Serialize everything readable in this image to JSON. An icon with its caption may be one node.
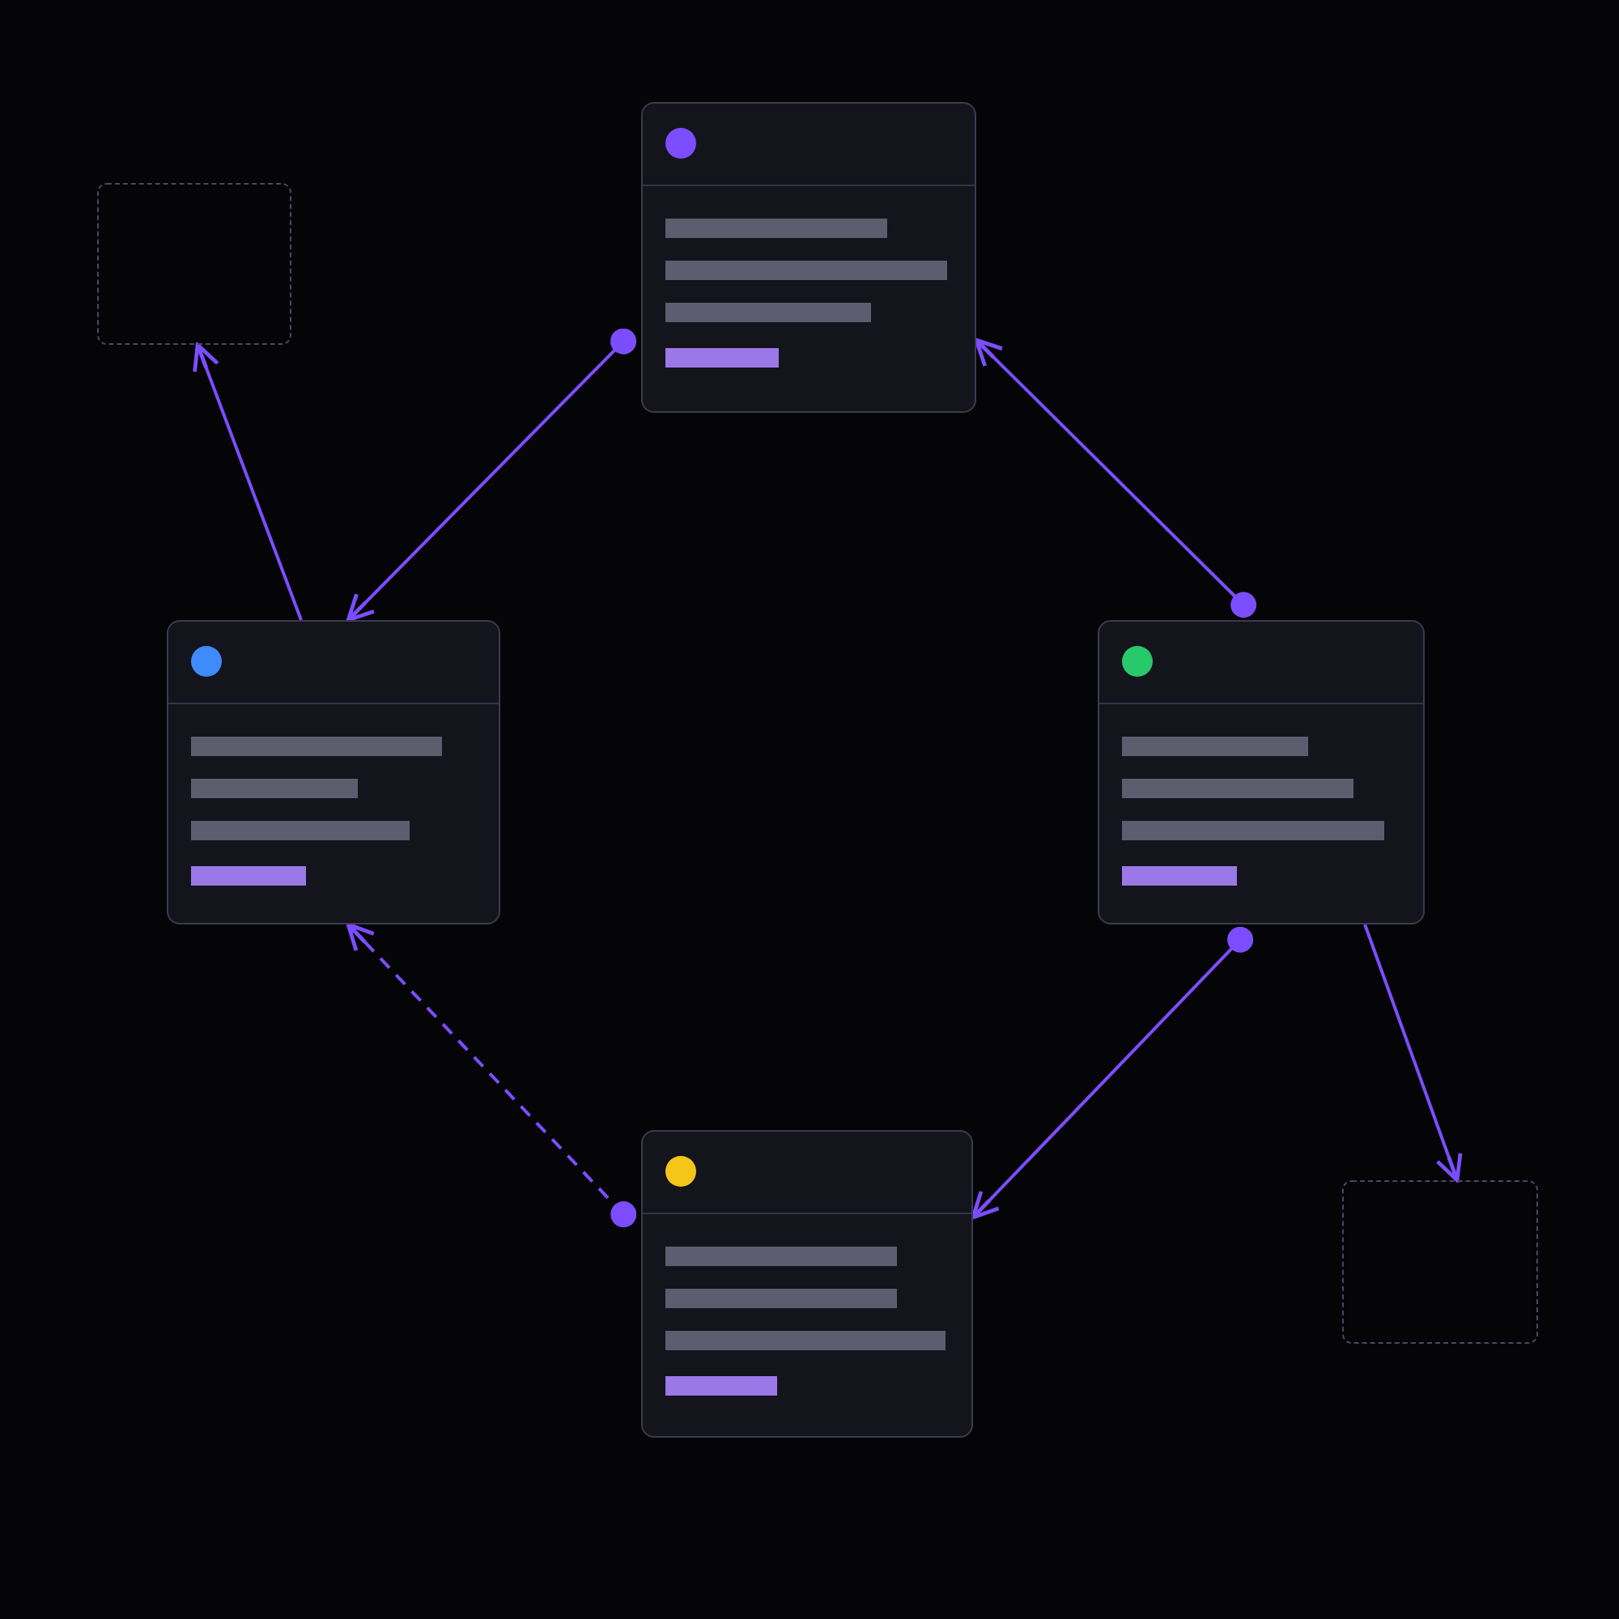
{
  "diagram": {
    "nodes": [
      {
        "text": [],
        "shape": "box"
      },
      {
        "text": [],
        "shape": "box"
      },
      {
        "text": [],
        "shape": "box"
      },
      {
        "text": [],
        "shape": "box"
      },
      {
        "text": [],
        "shape": "box"
      },
      {
        "text": [],
        "shape": "box"
      }
    ],
    "edges": [
      {
        "from": 0,
        "to": 2,
        "arrow": "to"
      },
      {
        "from": 3,
        "to": 0,
        "arrow": "to"
      },
      {
        "from": 3,
        "to": 4,
        "arrow": "to"
      },
      {
        "from": 4,
        "to": 2,
        "arrow": "to",
        "style": "dashed"
      },
      {
        "from": 2,
        "to": 1,
        "arrow": "to"
      },
      {
        "from": 3,
        "to": 5,
        "arrow": "to"
      }
    ]
  }
}
